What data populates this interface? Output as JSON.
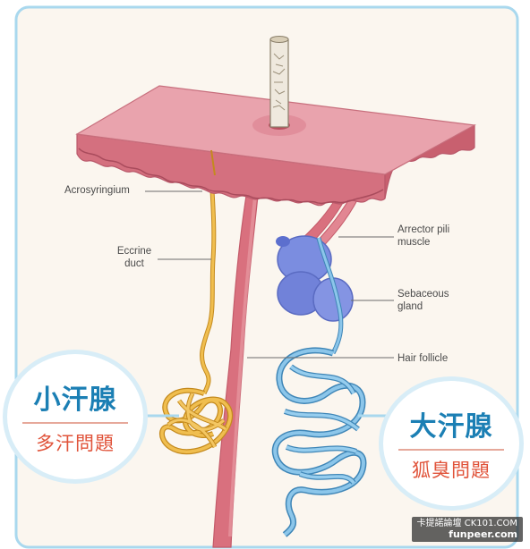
{
  "diagram": {
    "labels": {
      "acrosyringium": "Acrosyringium",
      "eccrine_duct_line1": "Eccrine",
      "eccrine_duct_line2": "duct",
      "arrector_line1": "Arrector pili",
      "arrector_line2": "muscle",
      "sebaceous_line1": "Sebaceous",
      "sebaceous_line2": "gland",
      "hair_follicle": "Hair follicle"
    },
    "badges": {
      "eccrine_main": "小汗腺",
      "eccrine_sub": "多汗問題",
      "apocrine_main": "大汗腺",
      "apocrine_sub": "狐臭問題"
    },
    "watermark": {
      "line1": "卡提諾論壇 CK101.COM",
      "line2": "funpeer.com"
    }
  },
  "colors": {
    "frame_border": "#a9d8ee",
    "skin_top": "#e9a3ad",
    "skin_side": "#d4707f",
    "hair_follicle": "#d9707e",
    "eccrine_gland": "#e7ab37",
    "apocrine_gland": "#5ea7d6",
    "sebaceous_gland": "#7b8de0",
    "badge_main_text": "#1b7fb4",
    "badge_sub_text": "#e0533a"
  }
}
